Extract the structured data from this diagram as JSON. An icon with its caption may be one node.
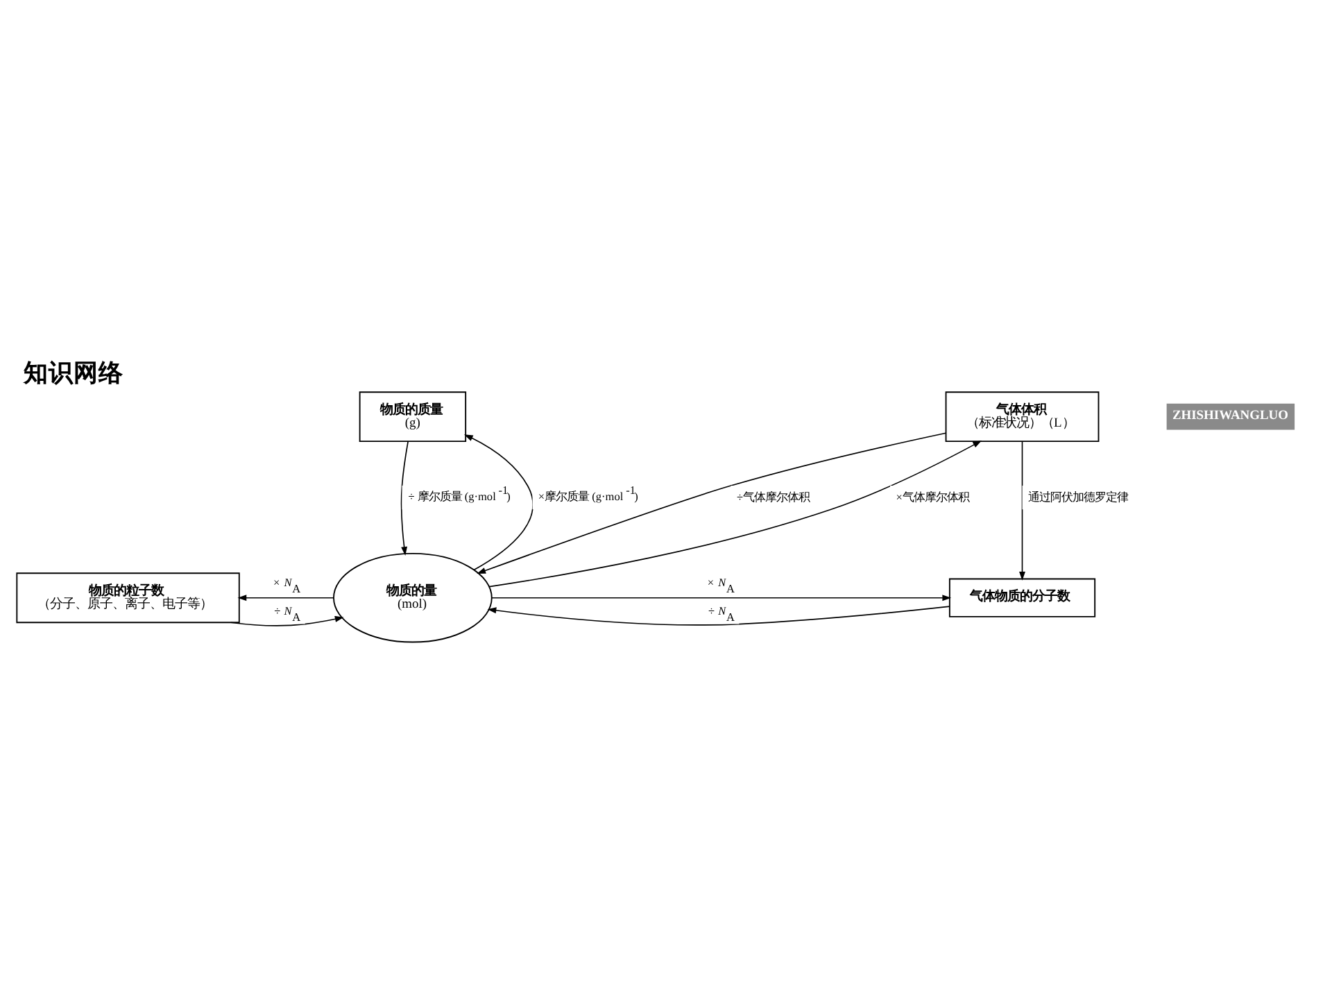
{
  "diagram": {
    "title": "知识网络",
    "nodes": [
      {
        "text": [
          "物质的质量",
          "(g)"
        ]
      },
      {
        "text": [
          "气体体积",
          "（标准状况）（L）"
        ]
      },
      {
        "text": [
          "物质的粒子数",
          "（分子、原子、离子、电子等）"
        ]
      },
      {
        "text": [
          "物质的量",
          "(mol)"
        ]
      },
      {
        "text": [
          "气体物质的分子数"
        ]
      }
    ],
    "edges": [
      {
        "from": 3,
        "to": 0,
        "arrow": "to",
        "label": "×摩尔质量 (g·mol$^{-1}$)"
      },
      {
        "from": 0,
        "to": 3,
        "arrow": "to",
        "label": "÷ 摩尔质量 (g·mol$^{-1}$)"
      },
      {
        "from": 3,
        "to": 1,
        "arrow": "to",
        "label": "×气体摩尔体积"
      },
      {
        "from": 1,
        "to": 3,
        "arrow": "to",
        "label": "÷气体摩尔体积"
      },
      {
        "from": 1,
        "to": 4,
        "arrow": "to",
        "label": "通过阿伏加德罗定律"
      },
      {
        "from": 3,
        "to": 2,
        "arrow": "to",
        "label": "× *N*$_{A}$"
      },
      {
        "from": 2,
        "to": 3,
        "arrow": "to",
        "label": "÷ *N*$_{A}$"
      },
      {
        "from": 3,
        "to": 4,
        "arrow": "to",
        "label": "× *N*$_{A}$"
      },
      {
        "from": 4,
        "to": 3,
        "arrow": "to",
        "label": "÷ *N*$_{A}$"
      }
    ],
    "labels": [
      "ZHISHIWANGLUO"
    ]
  }
}
